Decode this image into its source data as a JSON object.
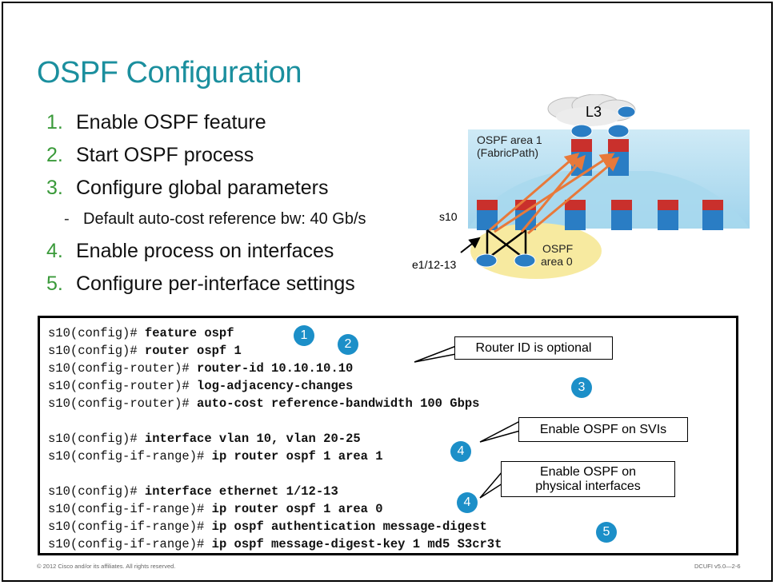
{
  "slide": {
    "title": "OSPF Configuration",
    "steps": [
      {
        "num": "1.",
        "text": "Enable OSPF feature"
      },
      {
        "num": "2.",
        "text": "Start OSPF process"
      },
      {
        "num": "3.",
        "text": "Configure global parameters"
      },
      {
        "num": "4.",
        "text": "Enable process on interfaces"
      },
      {
        "num": "5.",
        "text": "Configure per-interface settings"
      }
    ],
    "substep": {
      "dash": "-",
      "text": "Default auto-cost reference bw: 40 Gb/s"
    }
  },
  "diagram": {
    "cloud_label": "L3",
    "area1_label": "OSPF area 1",
    "area1_sub": "(FabricPath)",
    "switch_label": "s10",
    "area0_label": "OSPF",
    "area0_sub": "area 0",
    "interface_label": "e1/12-13"
  },
  "code": {
    "lines": [
      {
        "prompt": "s10(config)# ",
        "cmd": "feature ospf"
      },
      {
        "prompt": "s10(config)# ",
        "cmd": "router ospf 1"
      },
      {
        "prompt": "s10(config-router)# ",
        "cmd": "router-id 10.10.10.10"
      },
      {
        "prompt": "s10(config-router)# ",
        "cmd": "log-adjacency-changes"
      },
      {
        "prompt": "s10(config-router)# ",
        "cmd": "auto-cost reference-bandwidth 100 Gbps"
      },
      {
        "prompt": "s10(config)# ",
        "cmd": "interface vlan 10, vlan 20-25"
      },
      {
        "prompt": "s10(config-if-range)# ",
        "cmd": "ip router ospf 1 area 1"
      },
      {
        "prompt": "s10(config)# ",
        "cmd": "interface ethernet 1/12-13"
      },
      {
        "prompt": "s10(config-if-range)# ",
        "cmd": "ip router ospf 1 area 0"
      },
      {
        "prompt": "s10(config-if-range)# ",
        "cmd": "ip ospf authentication message-digest"
      },
      {
        "prompt": "s10(config-if-range)# ",
        "cmd": "ip ospf message-digest-key 1 md5 S3cr3t"
      }
    ],
    "badges": [
      "1",
      "2",
      "3",
      "4",
      "4",
      "5"
    ],
    "callouts": {
      "router_id": "Router ID is optional",
      "svi": "Enable OSPF on SVIs",
      "physical_1": "Enable OSPF on",
      "physical_2": "physical interfaces"
    }
  },
  "footer": {
    "copyright": "© 2012 Cisco and/or its affiliates. All rights reserved.",
    "course": "DCUFI v5.0—2-6"
  },
  "colors": {
    "title": "#1b8f9e",
    "step_numbers": "#3a9a3a",
    "badge": "#1c8fc8",
    "area1": "#bfe4f4",
    "area0": "#f7eaa0",
    "arrows": "#e8793a"
  }
}
